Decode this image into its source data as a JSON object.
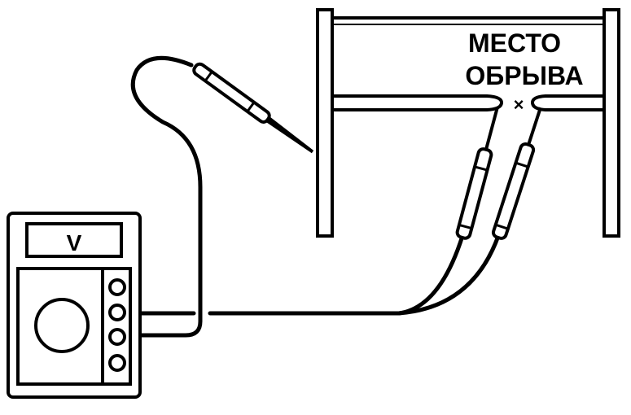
{
  "meter": {
    "display_text": "V"
  },
  "break_label": {
    "line1": "МЕСТО",
    "line2": "ОБРЫВА"
  },
  "break_marker": "×",
  "colors": {
    "ink": "#000000",
    "paper": "#ffffff"
  }
}
